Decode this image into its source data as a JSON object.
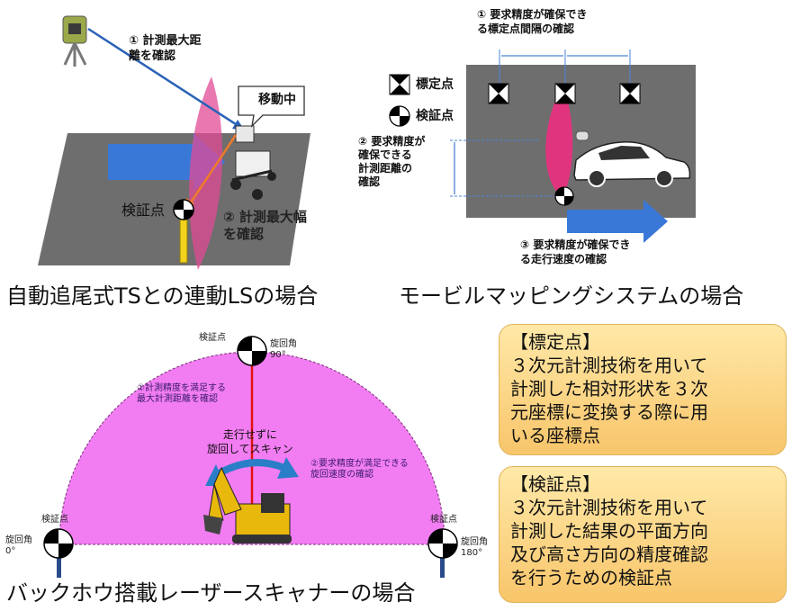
{
  "panel_ts": {
    "step1": "① 計測最大距\n離を確認",
    "moving": "移動中",
    "checkpoint": "検証点",
    "step2": "② 計測最大幅\nを確認",
    "caption": "自動追尾式TSとの連動LSの場合"
  },
  "panel_mms": {
    "step1": "① 要求精度が確保でき\nる標定点間隔の確認",
    "legend_ref": "標定点",
    "legend_check": "検証点",
    "step2": "② 要求精度が\n確保できる\n計測距離の\n確認",
    "step3": "③ 要求精度が確保でき\nる走行速度の確認",
    "caption": "モービルマッピングシステムの場合"
  },
  "panel_backhoe": {
    "check_top": "検証点",
    "angle_top": "旋回角\n90°",
    "step1": "①計測精度を満足する\n最大計測距離を確認",
    "no_travel": "走行せずに\n旋回してスキャン",
    "step2": "②要求精度が満足できる\n旋回速度の確認",
    "check_left": "検証点",
    "angle_left": "旋回角\n0°",
    "check_right": "検証点",
    "angle_right": "旋回角\n180°",
    "caption": "バックホウ搭載レーザースキャナーの場合"
  },
  "definitions": {
    "ref_title": "【標定点】",
    "ref_body": "３次元計測技術を用いて\n計測した相対形状を３次\n元座標に変換する際に用\nいる座標点",
    "check_title": "【検証点】",
    "check_body": "３次元計測技術を用いて\n計測した結果の平面方向\n及び高さ方向の精度確認\nを行うための検証点"
  },
  "colors": {
    "ground": "#6e6e6e",
    "blue_arrow": "#3a78d8",
    "laser_pink": "#d6337a",
    "semicircle": "#f27df2",
    "red_line": "#e11111",
    "definition_box": "#fcd27f"
  }
}
